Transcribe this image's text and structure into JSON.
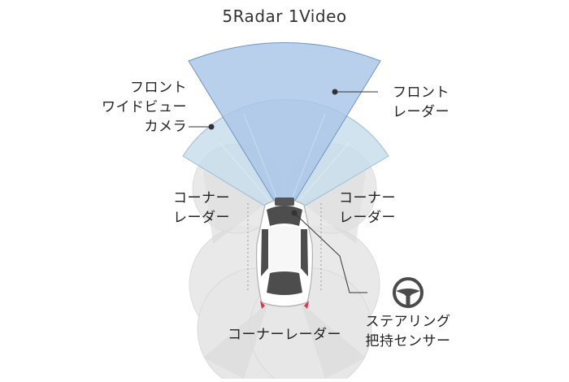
{
  "title": "5Radar 1Video",
  "labels": {
    "front_camera": [
      "フロント",
      "ワイドビュー",
      "カメラ"
    ],
    "front_radar": [
      "フロント",
      "レーダー"
    ],
    "corner_left": [
      "コーナー",
      "レーダー"
    ],
    "corner_right": [
      "コーナー",
      "レーダー"
    ],
    "corner_rear": "コーナーレーダー",
    "steering_sensor": [
      "ステアリング",
      "把持センサー"
    ]
  },
  "colors": {
    "radar_fill": "#a9c6e8",
    "radar_stroke": "#6f95c6",
    "camera_fill": "#c4dcea",
    "corner_fill": "#e2e2e2",
    "car_body": "#ffffff",
    "car_dark": "#4d4d4d",
    "tail_light": "#d9354b"
  },
  "icons": [
    "steering-wheel-icon",
    "car-icon"
  ]
}
